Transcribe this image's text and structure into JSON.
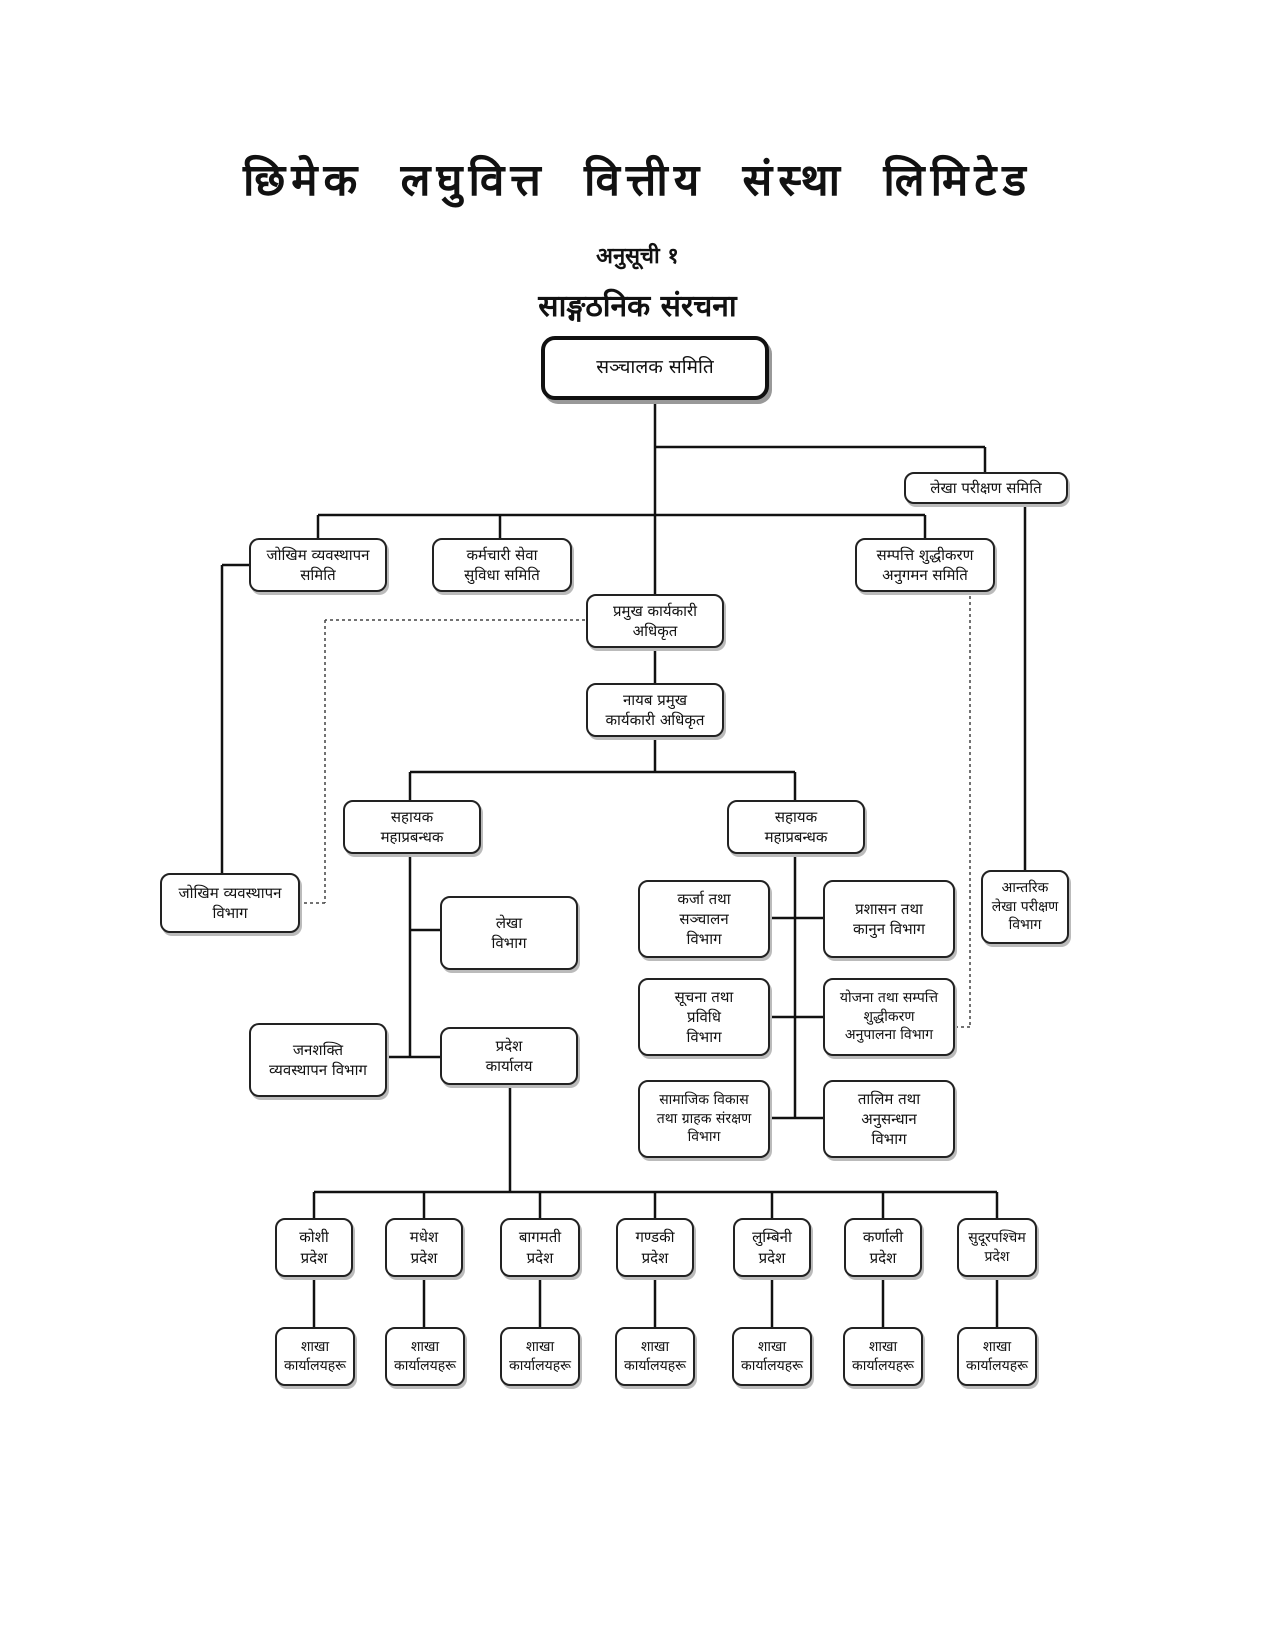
{
  "title": "छिमेक लघुवित्त वित्तीय संस्था लिमिटेड",
  "subtitle": "अनुसूची १",
  "heading": "साङ्गठनिक संरचना",
  "boxes": {
    "board": "सञ्चालक समिति",
    "audit_committee": "लेखा परीक्षण समिति",
    "risk_committee": "जोखिम व्यवस्थापन\nसमिति",
    "employee_committee": "कर्मचारी सेवा\nसुविधा समिति",
    "aml_committee": "सम्पत्ति शुद्धीकरण\nअनुगमन समिति",
    "ceo": "प्रमुख कार्यकारी\nअधिकृत",
    "deputy_ceo": "नायब प्रमुख\nकार्यकारी अधिकृत",
    "agm_left": "सहायक\nमहाप्रबन्धक",
    "agm_right": "सहायक\nमहाप्रबन्धक",
    "risk_dept": "जोखिम व्यवस्थापन\nविभाग",
    "accounts_dept": "लेखा\nविभाग",
    "hr_dept": "जनशक्ति\nव्यवस्थापन विभाग",
    "province_office": "प्रदेश\nकार्यालय",
    "loan_dept": "कर्जा तथा\nसञ्चालन\nविभाग",
    "admin_dept": "प्रशासन तथा\nकानुन विभाग",
    "it_dept": "सूचना तथा\nप्रविधि\nविभाग",
    "planning_dept": "योजना तथा सम्पत्ति\nशुद्धीकरण\nअनुपालना विभाग",
    "social_dept": "सामाजिक विकास\nतथा ग्राहक संरक्षण\nविभाग",
    "training_dept": "तालिम तथा\nअनुसन्धान\nविभाग",
    "internal_audit_dept": "आन्तरिक\nलेखा परीक्षण\nविभाग"
  },
  "provinces": [
    "कोशी\nप्रदेश",
    "मधेश\nप्रदेश",
    "बागमती\nप्रदेश",
    "गण्डकी\nप्रदेश",
    "लुम्बिनी\nप्रदेश",
    "कर्णाली\nप्रदेश",
    "सुदूरपश्चिम\nप्रदेश"
  ],
  "branch_label": "शाखा\nकार्यालयहरू"
}
